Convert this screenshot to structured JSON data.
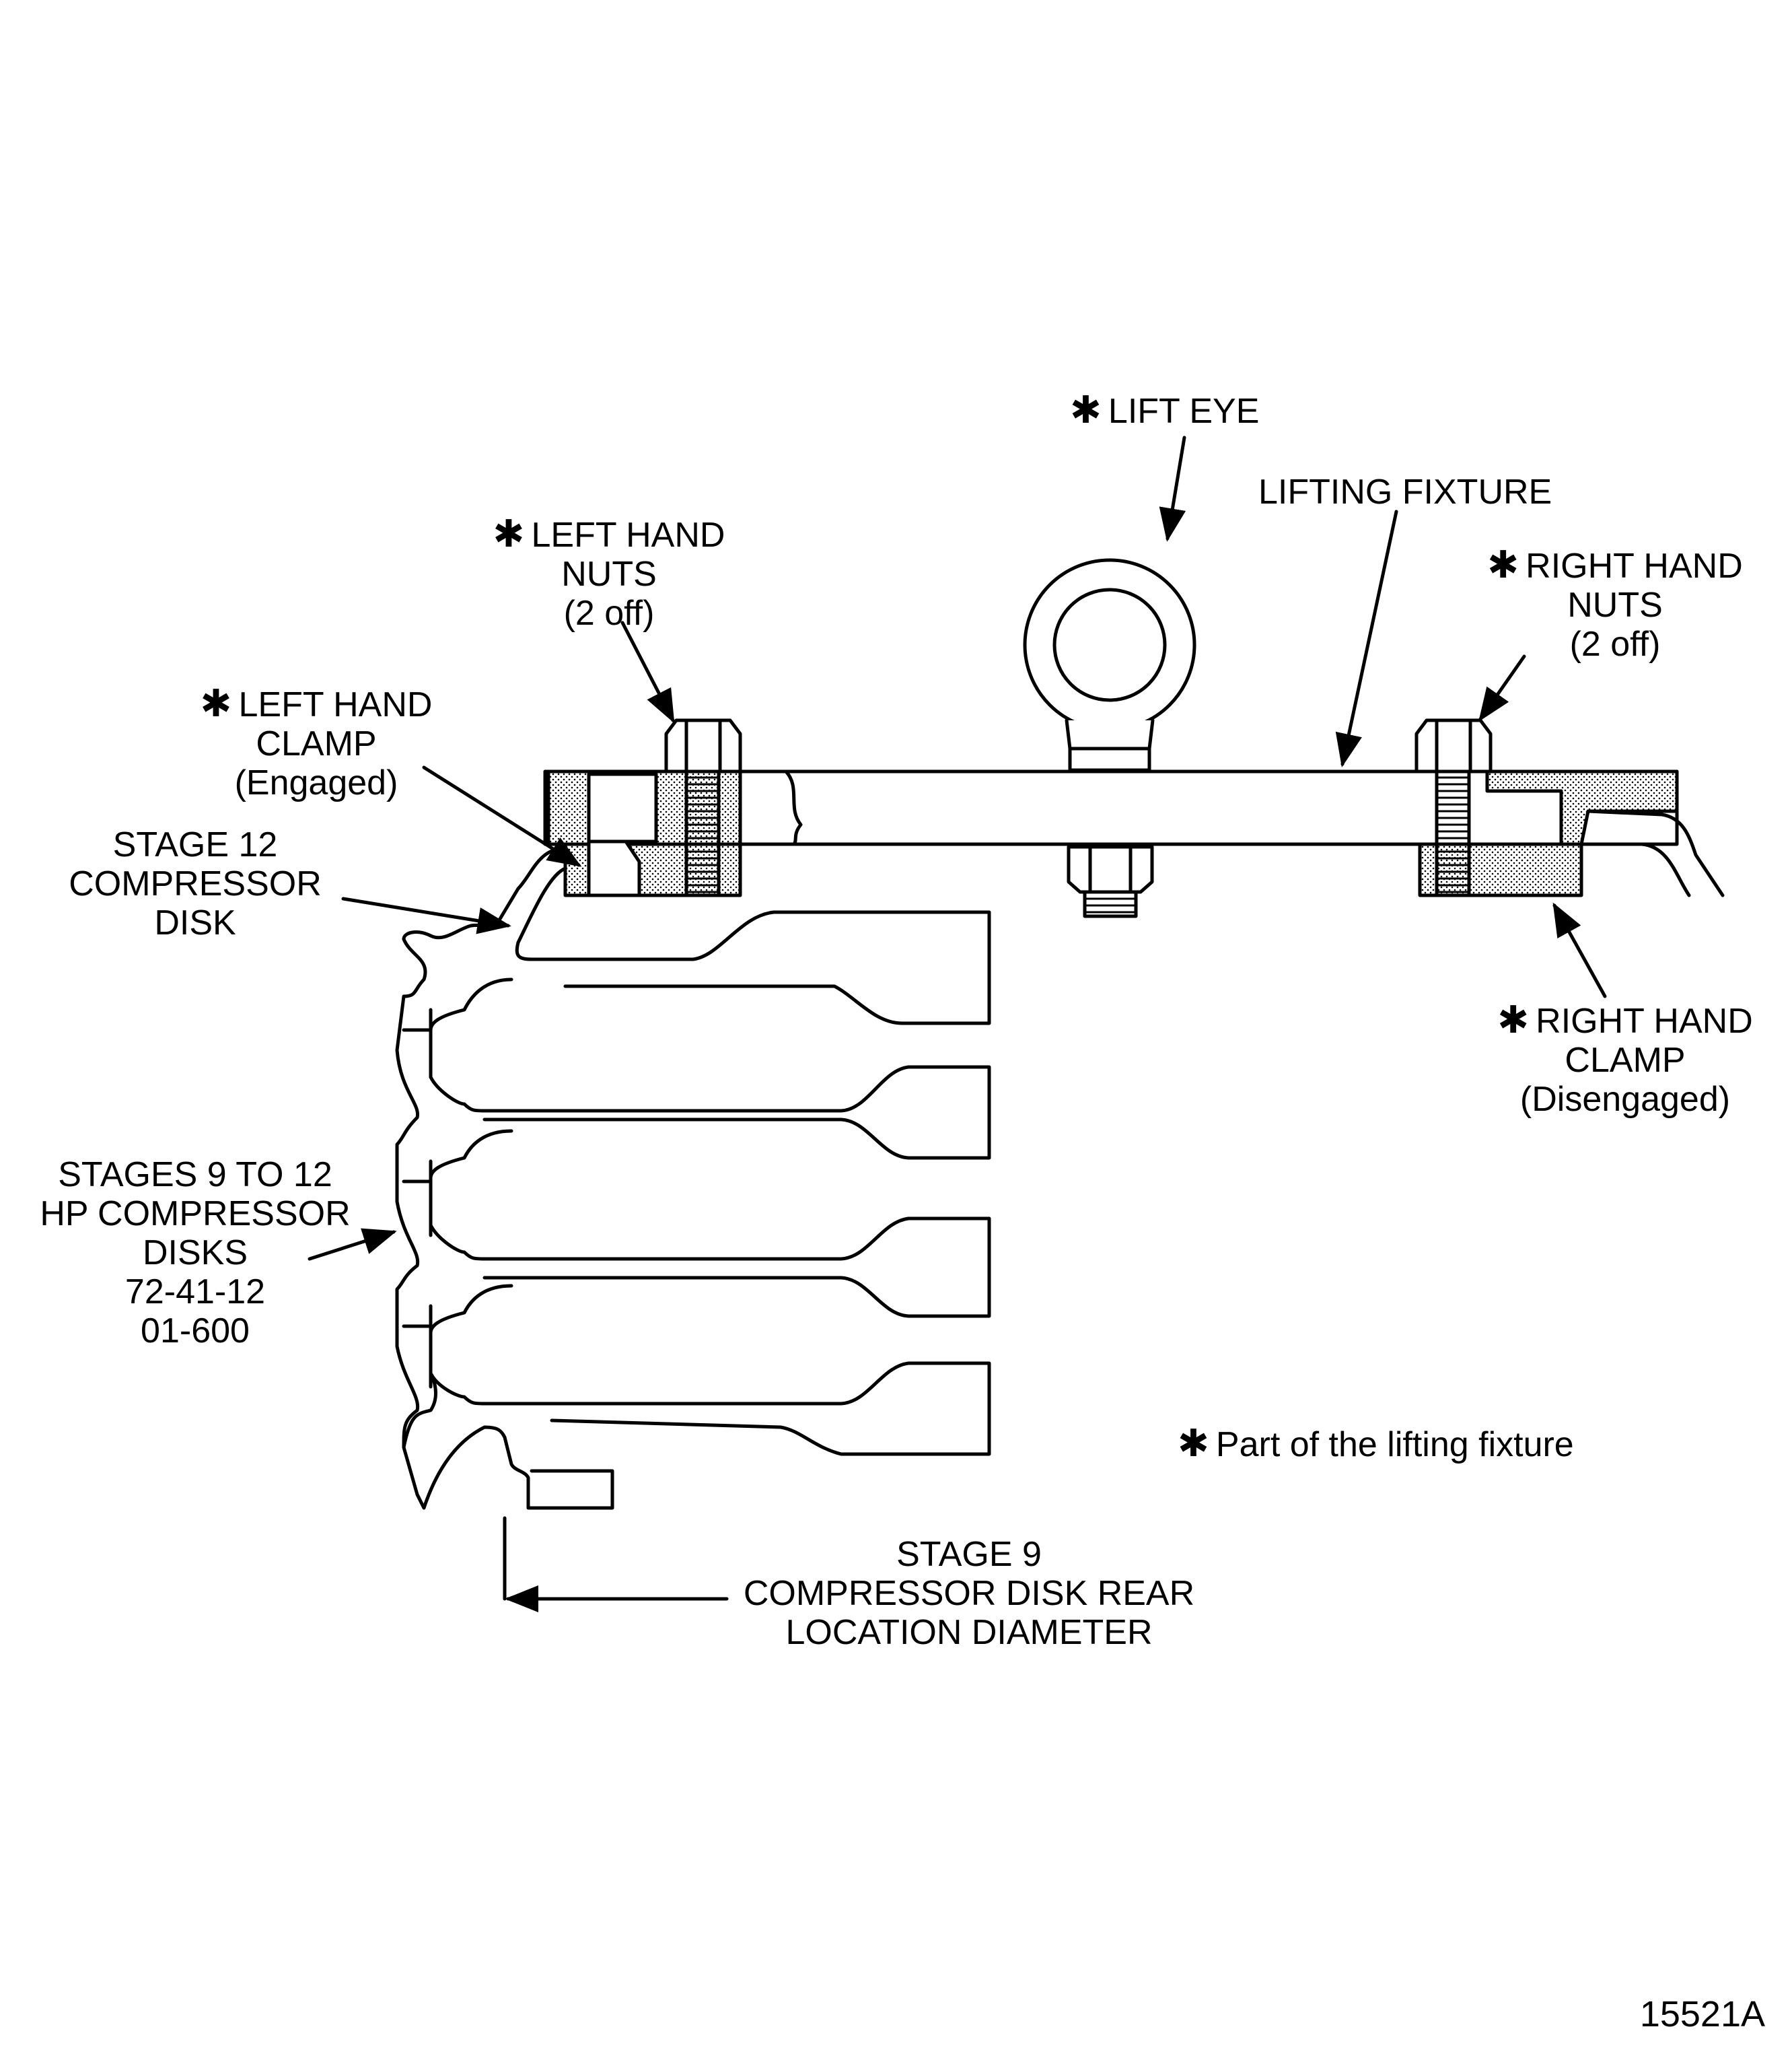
{
  "labels": {
    "lift_eye": {
      "mark": "✱",
      "text": "LIFT EYE"
    },
    "lifting_fixture": {
      "text": "LIFTING FIXTURE"
    },
    "left_hand_nuts": {
      "mark": "✱",
      "line1": "LEFT HAND",
      "line2": "NUTS",
      "line3": "(2 off)"
    },
    "right_hand_nuts": {
      "mark": "✱",
      "line1": "RIGHT HAND",
      "line2": "NUTS",
      "line3": "(2 off)"
    },
    "left_hand_clamp": {
      "mark": "✱",
      "line1": "LEFT HAND",
      "line2": "CLAMP",
      "line3": "(Engaged)"
    },
    "right_hand_clamp": {
      "mark": "✱",
      "line1": "RIGHT HAND",
      "line2": "CLAMP",
      "line3": "(Disengaged)"
    },
    "stage12_disk": {
      "line1": "STAGE 12",
      "line2": "COMPRESSOR",
      "line3": "DISK"
    },
    "stages_9_12": {
      "line1": "STAGES 9 TO 12",
      "line2": "HP COMPRESSOR",
      "line3": "DISKS",
      "line4": "72-41-12",
      "line5": "01-600"
    },
    "stage9_rear": {
      "line1": "STAGE 9",
      "line2": "COMPRESSOR DISK REAR",
      "line3": "LOCATION DIAMETER"
    }
  },
  "legend_note": {
    "mark": "✱",
    "text": "Part of the lifting fixture"
  },
  "figure_number": "15521A"
}
